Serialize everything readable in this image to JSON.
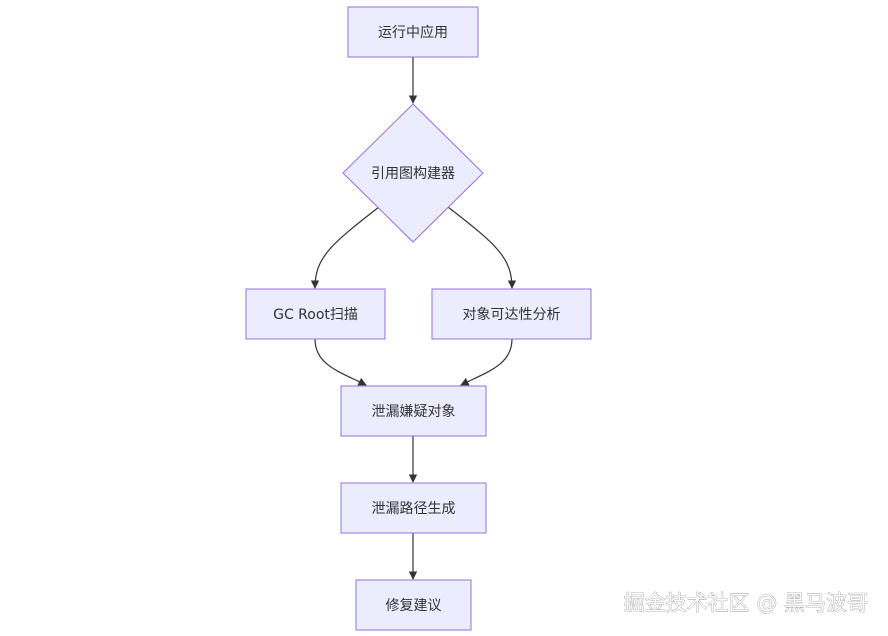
{
  "diagram": {
    "type": "flowchart",
    "nodes": {
      "run_app": "运行中应用",
      "ref_graph_builder": "引用图构建器",
      "gc_root_scan": "GC Root扫描",
      "reachability": "对象可达性分析",
      "suspects": "泄漏嫌疑对象",
      "leak_path": "泄漏路径生成",
      "fix_advice": "修复建议"
    },
    "edges": [
      [
        "run_app",
        "ref_graph_builder"
      ],
      [
        "ref_graph_builder",
        "gc_root_scan"
      ],
      [
        "ref_graph_builder",
        "reachability"
      ],
      [
        "gc_root_scan",
        "suspects"
      ],
      [
        "reachability",
        "suspects"
      ],
      [
        "suspects",
        "leak_path"
      ],
      [
        "leak_path",
        "fix_advice"
      ]
    ]
  },
  "watermark": "掘金技术社区 @ 黑马波哥",
  "colors": {
    "node_fill": "#ECECFF",
    "node_border": "#9370DB",
    "edge": "#333333",
    "text": "#333333"
  }
}
